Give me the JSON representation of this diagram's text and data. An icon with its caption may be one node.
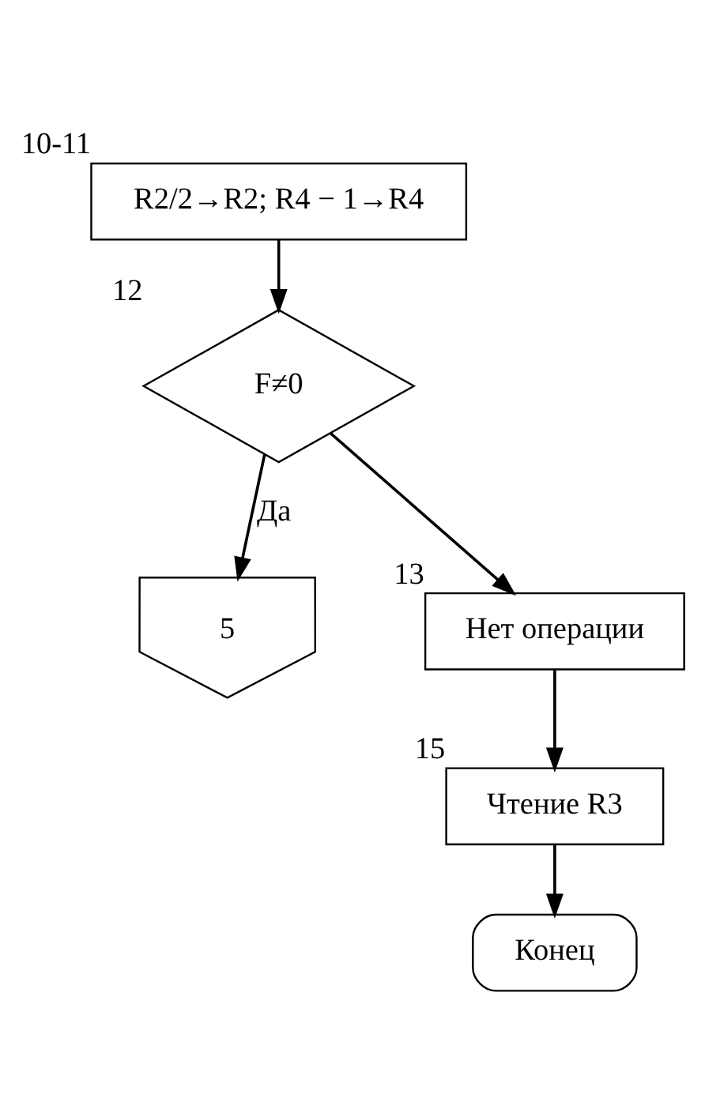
{
  "diagram": {
    "nodes": [
      {
        "text": [
          "5"
        ]
      },
      {
        "text": [
          "R2/2→R2; R4 − 1→R4"
        ],
        "beside": [
          "10-11"
        ]
      },
      {
        "text": [
          "F≠0"
        ],
        "beside": [
          "12"
        ]
      },
      {
        "text": [
          "Нет операции"
        ],
        "beside": [
          "13"
        ]
      },
      {
        "text": [
          "Чтение R3"
        ],
        "beside": [
          "15"
        ]
      },
      {
        "text": [
          "Конец"
        ]
      }
    ],
    "edges": [
      {
        "from": 1,
        "to": 2,
        "arrow": "to"
      },
      {
        "from": 2,
        "to": 0,
        "arrow": "to",
        "label": "Да"
      },
      {
        "from": 2,
        "to": 3,
        "arrow": "to"
      },
      {
        "from": 3,
        "to": 4,
        "arrow": "to"
      },
      {
        "from": 4,
        "to": 5,
        "arrow": "to"
      }
    ]
  }
}
